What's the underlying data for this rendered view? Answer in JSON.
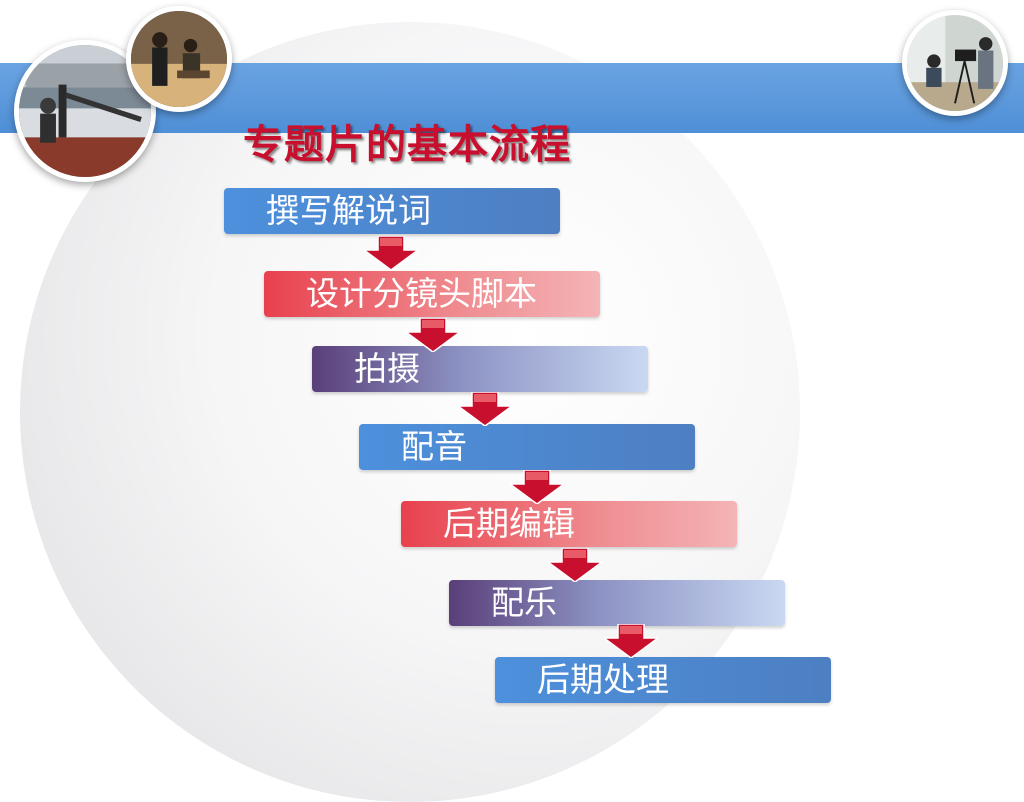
{
  "title": "专题片的基本流程",
  "steps": [
    {
      "label": "撰写解说词",
      "style": "blue"
    },
    {
      "label": "设计分镜头脚本",
      "style": "red"
    },
    {
      "label": "拍摄",
      "style": "purple"
    },
    {
      "label": "配音",
      "style": "blue"
    },
    {
      "label": "后期编辑",
      "style": "red"
    },
    {
      "label": "配乐",
      "style": "purple"
    },
    {
      "label": "后期处理",
      "style": "blue"
    }
  ],
  "colors": {
    "band": "#5b9be0",
    "title": "#c8102e",
    "arrow": "#c8102e",
    "step_blue": "#4d88d2",
    "step_red": "#e8414d",
    "step_purple": "#5a3f7a"
  }
}
